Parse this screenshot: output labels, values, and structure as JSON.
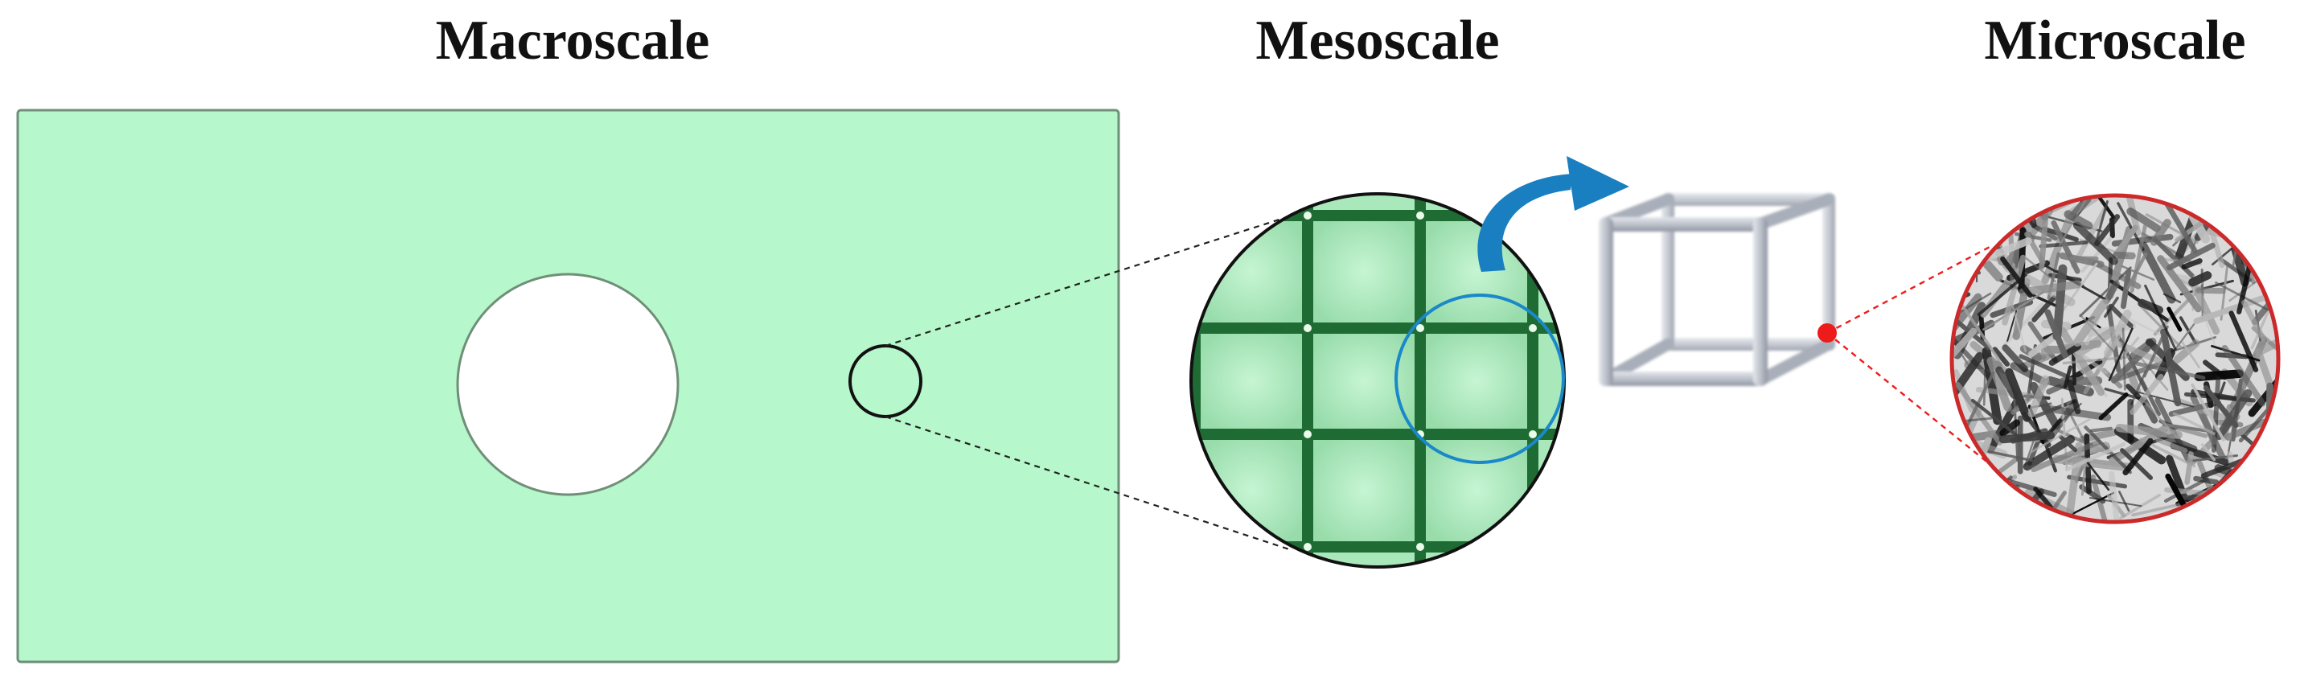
{
  "titles": {
    "macro": "Macroscale",
    "meso": "Mesoscale",
    "micro": "Microscale"
  },
  "colors": {
    "plate_fill": "#b6f7cb",
    "plate_stroke": "#6f8f78",
    "lattice_bar": "#1f6b34",
    "lattice_cell": "#a9e8bb",
    "unit_cell_highlight": "#1a88c9",
    "arrow": "#1a7fc0",
    "strut": "#c3c8d2",
    "microstructure_marker": "#ee1b1b",
    "microstructure_border": "#cc2a2a"
  },
  "icons": {
    "curved_arrow": "curved-arrow-icon",
    "unit_cell": "cube-lattice-icon",
    "microstructure": "microstructure-texture"
  }
}
